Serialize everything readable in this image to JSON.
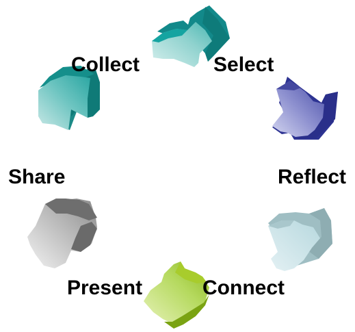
{
  "diagram": {
    "type": "cycle",
    "stages": [
      {
        "label": "Collect",
        "color": "#1a9a96"
      },
      {
        "label": "Select",
        "color": "#1a9a96"
      },
      {
        "label": "Reflect",
        "color": "#3a3f9c"
      },
      {
        "label": "Connect",
        "color": "#9cc8d0"
      },
      {
        "label": "Present",
        "color": "#8cb820"
      },
      {
        "label": "Share",
        "color": "#7a7a7a"
      }
    ]
  }
}
